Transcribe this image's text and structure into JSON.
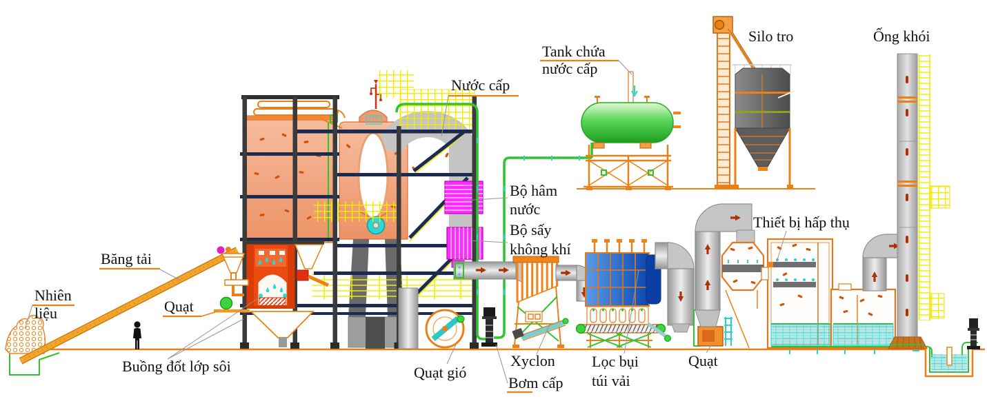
{
  "labels": {
    "fuel": [
      "Nhiên",
      "liệu"
    ],
    "conveyor": "Băng tải",
    "fan_left": "Quạt",
    "fluidized_bed": "Buồng đốt lớp sôi",
    "feed_water": "Nước cấp",
    "economizer": [
      "Bộ hâm",
      "nước"
    ],
    "air_preheater": [
      "Bộ sấy",
      "không khí"
    ],
    "feed_tank": [
      "Tank chứa",
      "nước cấp"
    ],
    "ash_silo": "Silo tro",
    "stack": "Ống khói",
    "absorber": "Thiết bị hấp thụ",
    "air_fan": "Quạt gió",
    "cyclone": "Xyclon",
    "feed_pump": "Bơm cấp",
    "bag_filter": [
      "Lọc bụi",
      "túi vải"
    ],
    "id_fan": "Quạt"
  },
  "colors": {
    "orange": "#ED8014",
    "salmon": "#F2A57E",
    "furnace_red": "#EC4B10",
    "magenta": "#FF2BFF",
    "pipe_green": "#2FC42F",
    "cyan": "#2BD0D0",
    "filter_blue": "#1A5FC8",
    "steel_navy": "#1A2A50",
    "scaffold_yellow": "#F2ED00",
    "duct_gray": "#C6C6C6",
    "silo_gray": "#6B6B6B",
    "column_dark": "#3B3B3B",
    "arrow_red": "#A93301"
  }
}
